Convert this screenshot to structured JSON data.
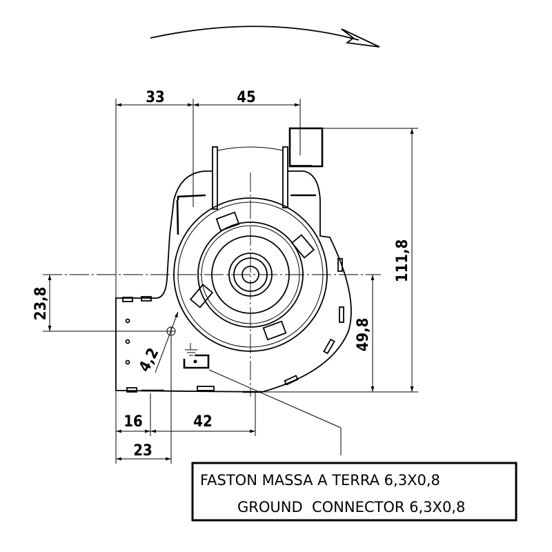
{
  "drawing": {
    "dimensions": {
      "top_left_width": "33",
      "top_right_width": "45",
      "overall_height": "111,8",
      "hole_offset_height": "23,8",
      "center_height": "49,8",
      "hole_diameter": "4,2",
      "bottom_left": "16",
      "bottom_middle": "42",
      "bottom_hole_offset": "23"
    },
    "note": {
      "line1": "FASTON MASSA A TERRA 6,3X0,8",
      "line2": "GROUND  CONNECTOR 6,3X0,8"
    },
    "rotation_direction": "clockwise"
  }
}
